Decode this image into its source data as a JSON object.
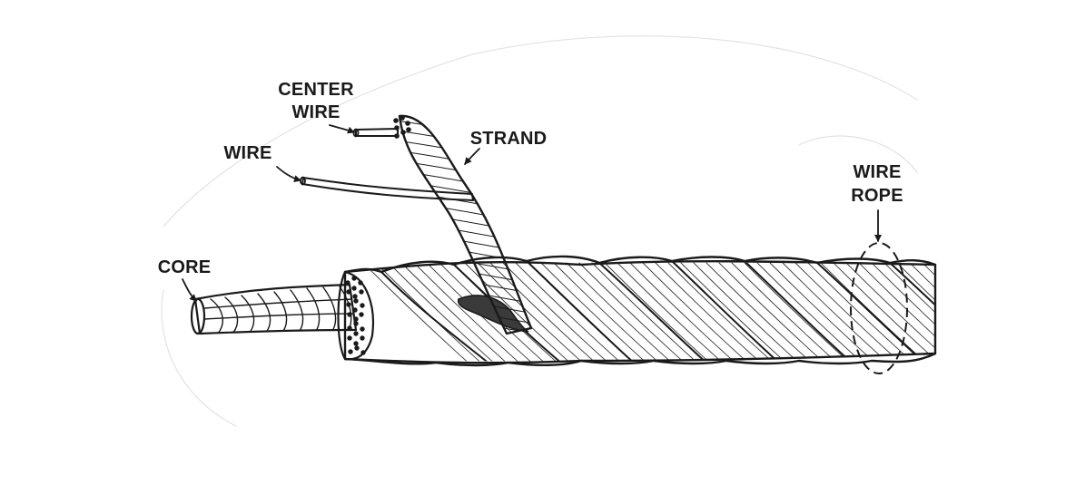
{
  "diagram": {
    "labels": {
      "center_wire_line1": "CENTER",
      "center_wire_line2": "WIRE",
      "wire": "WIRE",
      "strand": "STRAND",
      "wire_rope_line1": "WIRE",
      "wire_rope_line2": "ROPE",
      "core": "CORE"
    }
  }
}
